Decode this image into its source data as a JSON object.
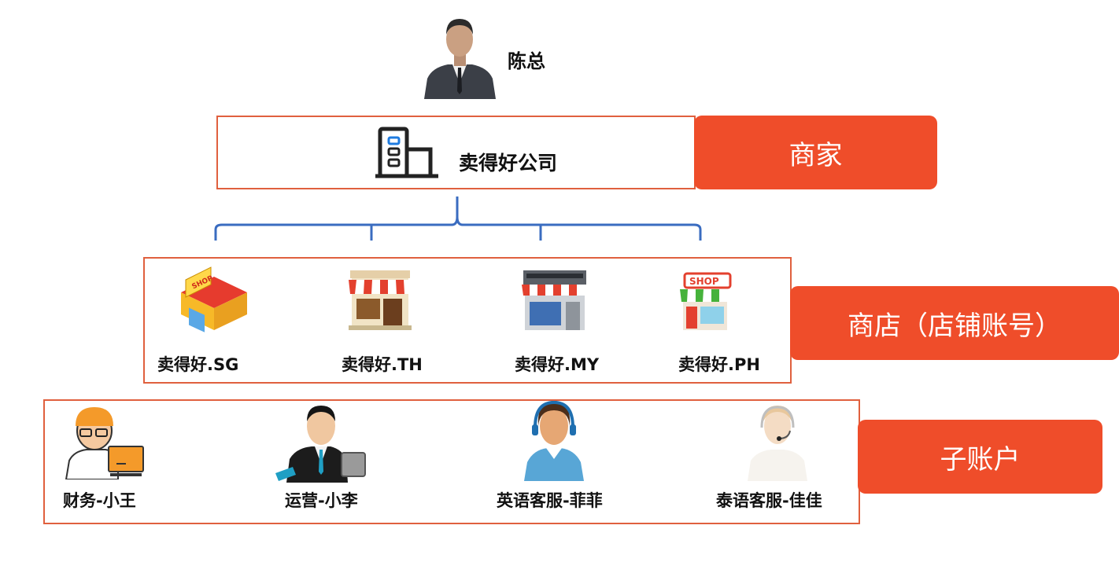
{
  "top": {
    "name": "陈总"
  },
  "company": {
    "name": "卖得好公司",
    "icon": "building-icon"
  },
  "tags": {
    "merchant": "商家",
    "store": "商店（店铺账号）",
    "sub_account": "子账户"
  },
  "stores": [
    {
      "label": "卖得好.SG",
      "icon": "shop-yellow-icon"
    },
    {
      "label": "卖得好.TH",
      "icon": "shop-awning-red-icon"
    },
    {
      "label": "卖得好.MY",
      "icon": "shop-gray-icon"
    },
    {
      "label": "卖得好.PH",
      "icon": "shop-green-awning-icon"
    }
  ],
  "sub_accounts": [
    {
      "label": "财务-小王",
      "icon": "finance-worker-icon"
    },
    {
      "label": "运营-小李",
      "icon": "businessman-icon"
    },
    {
      "label": "英语客服-菲菲",
      "icon": "support-agent-icon"
    },
    {
      "label": "泰语客服-佳佳",
      "icon": "support-agent-headset-icon"
    }
  ],
  "colors": {
    "accent": "#ef4d2a",
    "frame": "#e0603e",
    "bracket": "#3a6cc0"
  }
}
